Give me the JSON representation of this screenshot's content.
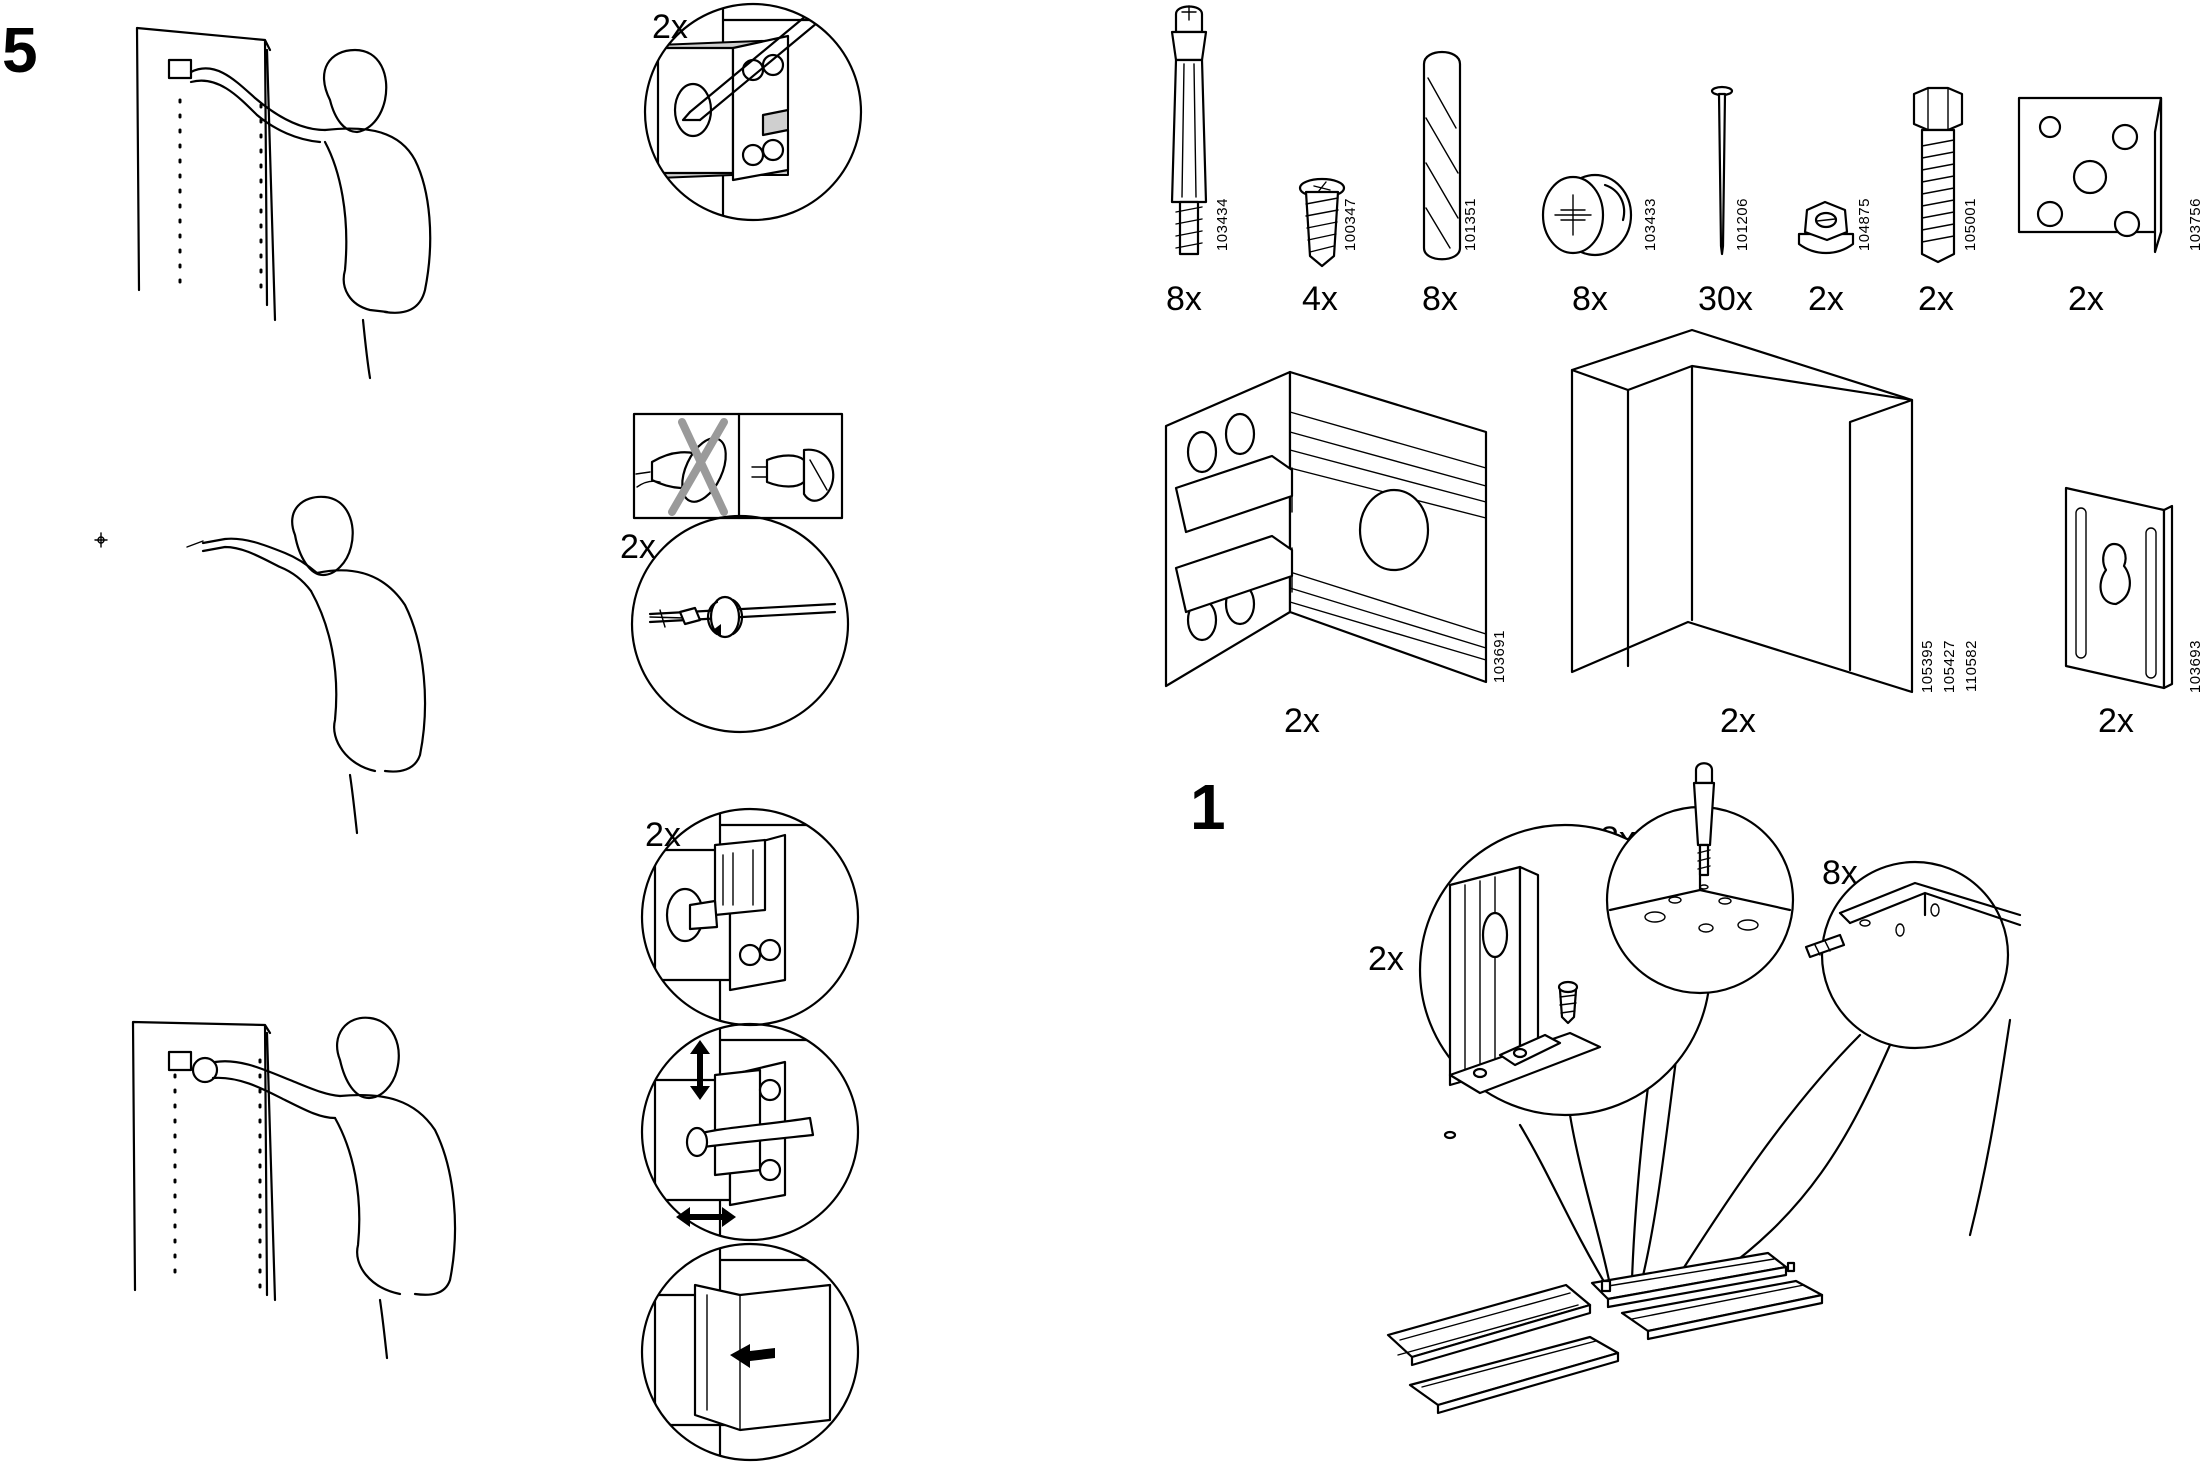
{
  "steps": {
    "step5": "5",
    "step1": "1"
  },
  "left_callouts": {
    "mark_qty": "2x",
    "drill_qty": "2x",
    "attach_qty": "2x"
  },
  "parts": [
    {
      "code": "103434",
      "qty": "8x",
      "icon": "cam-bolt-icon"
    },
    {
      "code": "100347",
      "qty": "4x",
      "icon": "screw-icon"
    },
    {
      "code": "101351",
      "qty": "8x",
      "icon": "wood-dowel-icon"
    },
    {
      "code": "103433",
      "qty": "8x",
      "icon": "cam-lock-icon"
    },
    {
      "code": "101206",
      "qty": "30x",
      "icon": "nail-icon"
    },
    {
      "code": "104875",
      "qty": "2x",
      "icon": "nut-icon"
    },
    {
      "code": "105001",
      "qty": "2x",
      "icon": "hex-bolt-icon"
    },
    {
      "code": "103756",
      "qty": "2x",
      "icon": "square-plate-icon"
    }
  ],
  "large_parts": [
    {
      "codes": [
        "103691"
      ],
      "qty": "2x",
      "icon": "corner-bracket-icon"
    },
    {
      "codes": [
        "105395",
        "105427",
        "110582"
      ],
      "qty": "2x",
      "icon": "corner-block-icon"
    },
    {
      "codes": [
        "103693"
      ],
      "qty": "2x",
      "icon": "hanger-plate-icon"
    }
  ],
  "step1_callouts": {
    "bracket_qty": "2x",
    "cam_bolt_qty": "8x",
    "dowel_qty": "8x"
  },
  "colors": {
    "ink": "#000000",
    "paper": "#ffffff",
    "shade": "#cfcfcf",
    "strike": "#9a9a9a"
  }
}
